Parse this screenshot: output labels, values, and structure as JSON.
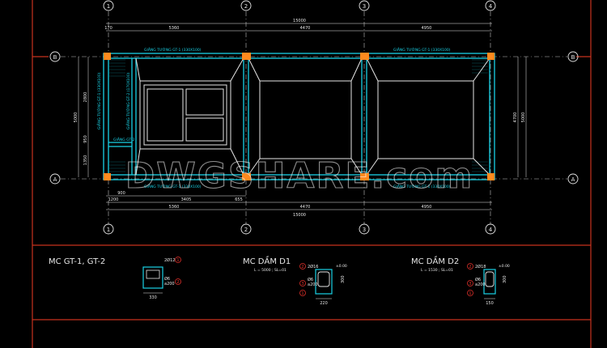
{
  "grid": {
    "axes_x": [
      "1",
      "2",
      "3",
      "4"
    ],
    "axes_y": [
      "B",
      "A"
    ]
  },
  "dims": {
    "top_total": "15000",
    "top_spans": [
      "5360",
      "4470",
      "4950"
    ],
    "bottom_total": "15000",
    "bottom_spans": [
      "5360",
      "4470",
      "4950"
    ],
    "bottom_detail": [
      "1200",
      "900",
      "3405",
      "655"
    ],
    "left": [
      "5000",
      "2800",
      "950",
      "1350"
    ],
    "right": [
      "4700",
      "5000"
    ],
    "small_edge": "170"
  },
  "beam_labels": {
    "top_left": "GIẰNG TƯỜNG GT-1 (330X100)",
    "top_right": "GIẰNG TƯỜNG GT-1 (330X100)",
    "bottom_left": "GIẰNG TƯỜNG GT-1 (330X100)",
    "bottom_right": "GIẰNG TƯỜNG GT-1 (330X100)",
    "left_vertical": "GIẰNG TƯỜNG GT-1 (330X100)",
    "inner_vertical": "GIẰNG TƯỜNG GT-2 (170X100)",
    "small": "GIẰNG GT-2"
  },
  "watermark": "DWGSHARE.com",
  "sections": [
    {
      "title": "MC  GT-1, GT-2",
      "subtitle": "",
      "level": "",
      "rebar_top": "2Ø12",
      "rebar_mid": "Ø6",
      "rebar_spacing": "a200",
      "width": "330",
      "height": "",
      "markers": [
        "1",
        "2"
      ]
    },
    {
      "title": "MC DẦM D1",
      "subtitle": "L = 5000 ; SL=01",
      "level": "±0.00",
      "rebar_top": "2Ø16",
      "rebar_mid": "Ø6",
      "rebar_spacing": "a200",
      "width": "220",
      "height": "300",
      "markers": [
        "1",
        "2",
        "3"
      ]
    },
    {
      "title": "MC DẦM D2",
      "subtitle": "L = 1530 ; SL=01",
      "level": "±0.00",
      "rebar_top": "2Ø18",
      "rebar_mid": "Ø6",
      "rebar_spacing": "a200",
      "width": "150",
      "height": "300",
      "markers": [
        "1",
        "2",
        "3"
      ]
    }
  ],
  "colors": {
    "background": "#000000",
    "frame": "#c8321e",
    "beam": "#19d2e6",
    "column": "#ff8a1e",
    "grid": "#e6e6e6",
    "dimension": "#e6e6e6",
    "marker": "#e0302a",
    "watermark": "#ffffff"
  }
}
